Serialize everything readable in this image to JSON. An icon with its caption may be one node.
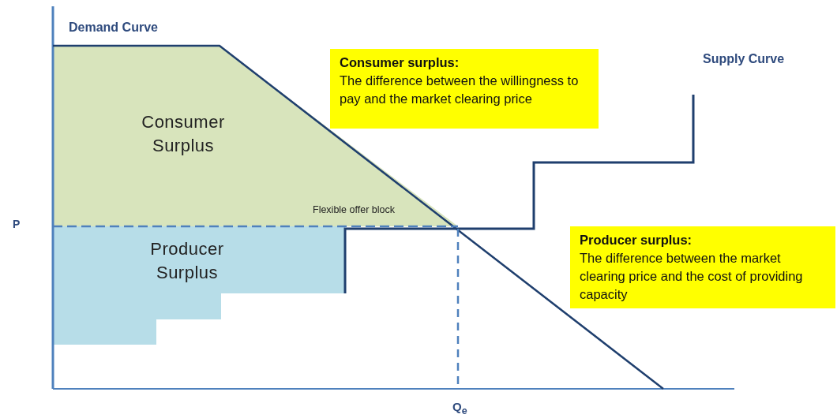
{
  "diagram": {
    "nodes": [
      {
        "text": [
          "Consumer Surplus"
        ]
      },
      {
        "text": [
          "Producer Surplus"
        ]
      },
      {
        "text": [
          "Consumer surplus:",
          "The difference between the willingness to pay and the market clearing price"
        ]
      },
      {
        "text": [
          "Producer surplus:",
          "The difference between the market clearing price and the cost of providing capacity"
        ]
      }
    ],
    "labels": [
      "Demand Curve",
      "Supply Curve",
      "P",
      "Q$_{e}$",
      "Flexible offer block"
    ]
  }
}
